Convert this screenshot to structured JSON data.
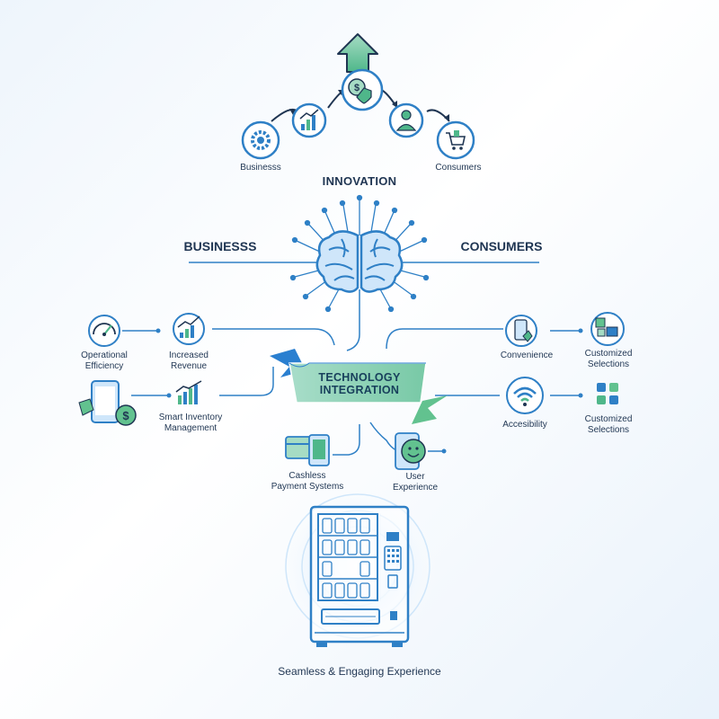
{
  "top": {
    "innovation": "INNOVATION",
    "businesses": "Businesss",
    "consumers": "Consumers"
  },
  "center": {
    "left_heading": "BUSINESSS",
    "right_heading": "CONSUMERS"
  },
  "ribbon": {
    "line1": "TECHNOLOGY",
    "line2": "INTEGRATION"
  },
  "left_items": {
    "operational_1": "Operational",
    "operational_2": "Efficiency",
    "revenue_1": "Increased",
    "revenue_2": "Revenue",
    "inventory_1": "Smart Inventory",
    "inventory_2": "Management",
    "cashless_1": "Cashless",
    "cashless_2": "Payment Systems"
  },
  "right_items": {
    "convenience": "Convenience",
    "custom1_1": "Customized",
    "custom1_2": "Selections",
    "accessibility": "Accesibility",
    "custom2_1": "Customized",
    "custom2_2": "Selections",
    "ux_1": "User",
    "ux_2": "Experience"
  },
  "footer": "Seamless & Engaging Experience",
  "colors": {
    "primary_blue": "#2f80c6",
    "dark_navy": "#1f3552",
    "accent_green": "#4fb78a",
    "ribbon_blue": "#2a7fd0",
    "ribbon_green": "#62c28f"
  },
  "icons": [
    "gear-icon",
    "chart-icon",
    "money-shield-icon",
    "user-icon",
    "cart-icon",
    "brain-icon",
    "gauge-icon",
    "growth-chart-icon",
    "phone-money-icon",
    "bar-chart-icon",
    "payment-cards-icon",
    "smiley-phone-icon",
    "mobile-touch-icon",
    "boxes-icon",
    "wifi-icon",
    "inventory-icon",
    "vending-machine-icon",
    "up-arrow-icon"
  ]
}
